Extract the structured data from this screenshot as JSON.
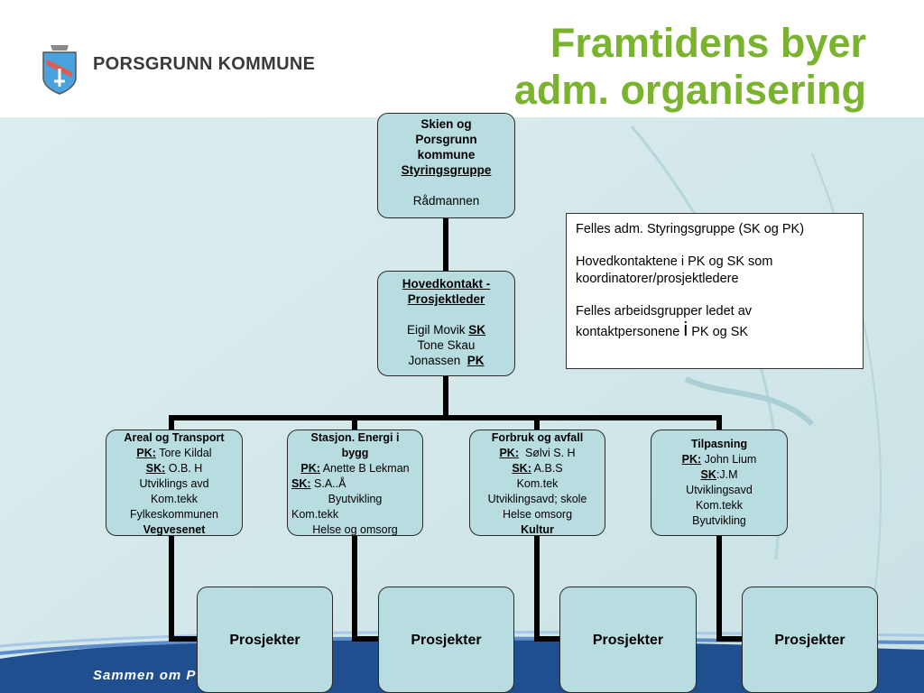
{
  "header": {
    "org_name": "PORSGRUNN KOMMUNE",
    "title_line1": "Framtidens byer",
    "title_line2": "adm. organisering"
  },
  "top_box": {
    "l1": "Skien og",
    "l2": "Porsgrunn",
    "l3": "kommune",
    "l4": "Styringsgruppe",
    "l5": "Rådmannen"
  },
  "mid_box": {
    "l1": "Hovedkontakt -",
    "l2": "Prosjektleder",
    "l3a": "Eigil Movik",
    "l3b": "SK",
    "l4": "Tone Skau",
    "l5a": "Jonassen",
    "l5b": "PK"
  },
  "note": {
    "p1": "Felles adm. Styringsgruppe (SK og PK)",
    "p2": "Hovedkontaktene i PK og SK som koordinatorer/prosjektledere",
    "p3a": "Felles arbeidsgrupper ledet av kontaktpersonene",
    "p3i": "i",
    "p3b": "PK og SK"
  },
  "groups": [
    {
      "title": "Areal og Transport",
      "pk_label": "PK:",
      "pk_name": "Tore Kildal",
      "sk_label": "SK:",
      "sk_name": "O.B. H",
      "l4": "Utviklings avd",
      "l5": "Kom.tekk",
      "l6": "Fylkeskommunen",
      "l7": "Vegvesenet"
    },
    {
      "title": "Stasjon. Energi i",
      "title2": "bygg",
      "pk_label": "PK:",
      "pk_name": "Anette B Lekman",
      "sk_label": "SK:",
      "sk_name": "S.A..Å",
      "l4": "Byutvikling",
      "l5": "Kom.tekk",
      "l6": "Helse og omsorg"
    },
    {
      "title": "Forbruk og avfall",
      "pk_label": "PK:",
      "pk_name": "Sølvi S. H",
      "sk_label": "SK:",
      "sk_name": "A.B.S",
      "l4": "Kom.tek",
      "l5": "Utviklingsavd; skole",
      "l6": "Helse omsorg",
      "l7": "Kultur"
    },
    {
      "title": "Tilpasning",
      "pk_label": "PK:",
      "pk_name": "John Lium",
      "sk_label": "SK",
      "sk_name": ":J.M",
      "l4": "Utviklingsavd",
      "l5": "Kom.tekk",
      "l6": "Byutvikling"
    }
  ],
  "projects": [
    "Prosjekter",
    "Prosjekter",
    "Prosjekter",
    "Prosjekter"
  ],
  "footer": {
    "text": "Sammen om P"
  },
  "colors": {
    "title": "#7ab32e",
    "box_fill": "#b8dde1",
    "connector": "#000000",
    "band": "#1f4f8f"
  }
}
